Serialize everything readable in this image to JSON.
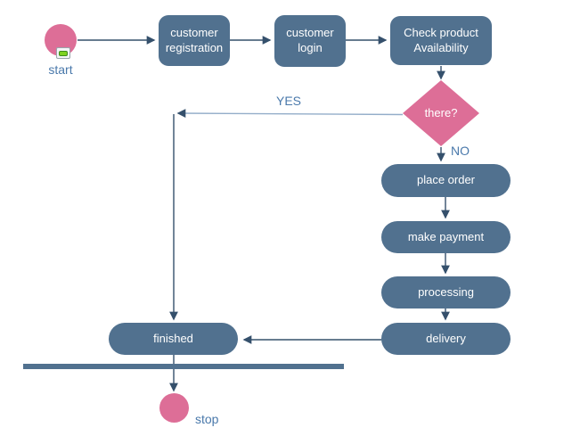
{
  "diagram": {
    "colors": {
      "background": "#ffffff",
      "node_fill": "#51718f",
      "node_text": "#ffffff",
      "accent_pink": "#dd6e97",
      "label_text": "#4a79ab",
      "line": "#35506c",
      "yes_line": "#93adc9",
      "icon_green": "#7ed321"
    },
    "nodes": {
      "start": {
        "label": "start"
      },
      "registration": {
        "label": "customer\nregistration"
      },
      "login": {
        "label": "customer\nlogin"
      },
      "check": {
        "label": "Check product\nAvailability"
      },
      "decision": {
        "label": "there?"
      },
      "place_order": {
        "label": "place order"
      },
      "make_payment": {
        "label": "make payment"
      },
      "processing": {
        "label": "processing"
      },
      "delivery": {
        "label": "delivery"
      },
      "finished": {
        "label": "finished"
      },
      "stop": {
        "label": "stop"
      }
    },
    "edge_labels": {
      "yes": "YES",
      "no": "NO"
    },
    "edges": [
      {
        "from": "start",
        "to": "customer registration"
      },
      {
        "from": "customer registration",
        "to": "customer login"
      },
      {
        "from": "customer login",
        "to": "Check product Availability"
      },
      {
        "from": "Check product Availability",
        "to": "there?"
      },
      {
        "from": "there?",
        "to": "place order",
        "label": "NO"
      },
      {
        "from": "there?",
        "to": "finished",
        "label": "YES"
      },
      {
        "from": "place order",
        "to": "make payment"
      },
      {
        "from": "make payment",
        "to": "processing"
      },
      {
        "from": "processing",
        "to": "delivery"
      },
      {
        "from": "delivery",
        "to": "finished"
      },
      {
        "from": "finished",
        "to": "stop"
      }
    ]
  }
}
